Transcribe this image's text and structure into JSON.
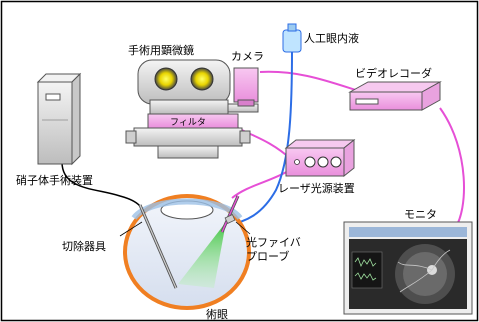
{
  "labels": {
    "microscope": "手術用顕微鏡",
    "camera": "カメラ",
    "artificial_fluid": "人工眼内液",
    "video_recorder": "ビデオレコーダ",
    "filter": "フィルタ",
    "laser_source": "レーザ光源装置",
    "vitreous_device": "硝子体手術装置",
    "monitor": "モニタ",
    "cutter": "切除器具",
    "fiber_probe_line1": "光ファイバ",
    "fiber_probe_line2": "プローブ",
    "eye": "術眼"
  },
  "colors": {
    "frame": "#000000",
    "cable_magenta": "#e64fd6",
    "cable_blue": "#2c6de6",
    "cable_black": "#000000",
    "device_pink": "#f2a6e8",
    "device_body": "#e2e2e2",
    "eye_outline": "#f07f22",
    "eye_fill": "#e3eaf5",
    "cornea": "#9cc0e6",
    "laser_beam": "#36c236",
    "screen": "#2a2a2a"
  }
}
